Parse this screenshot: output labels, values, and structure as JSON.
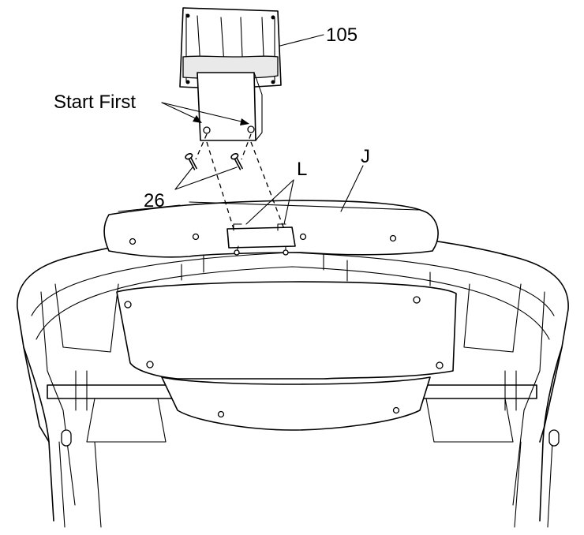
{
  "callouts": {
    "start_first": "Start First",
    "part_105": "105",
    "part_26": "26",
    "part_l": "L",
    "part_j": "J"
  },
  "line_color": "#000000",
  "background_color": "#ffffff"
}
